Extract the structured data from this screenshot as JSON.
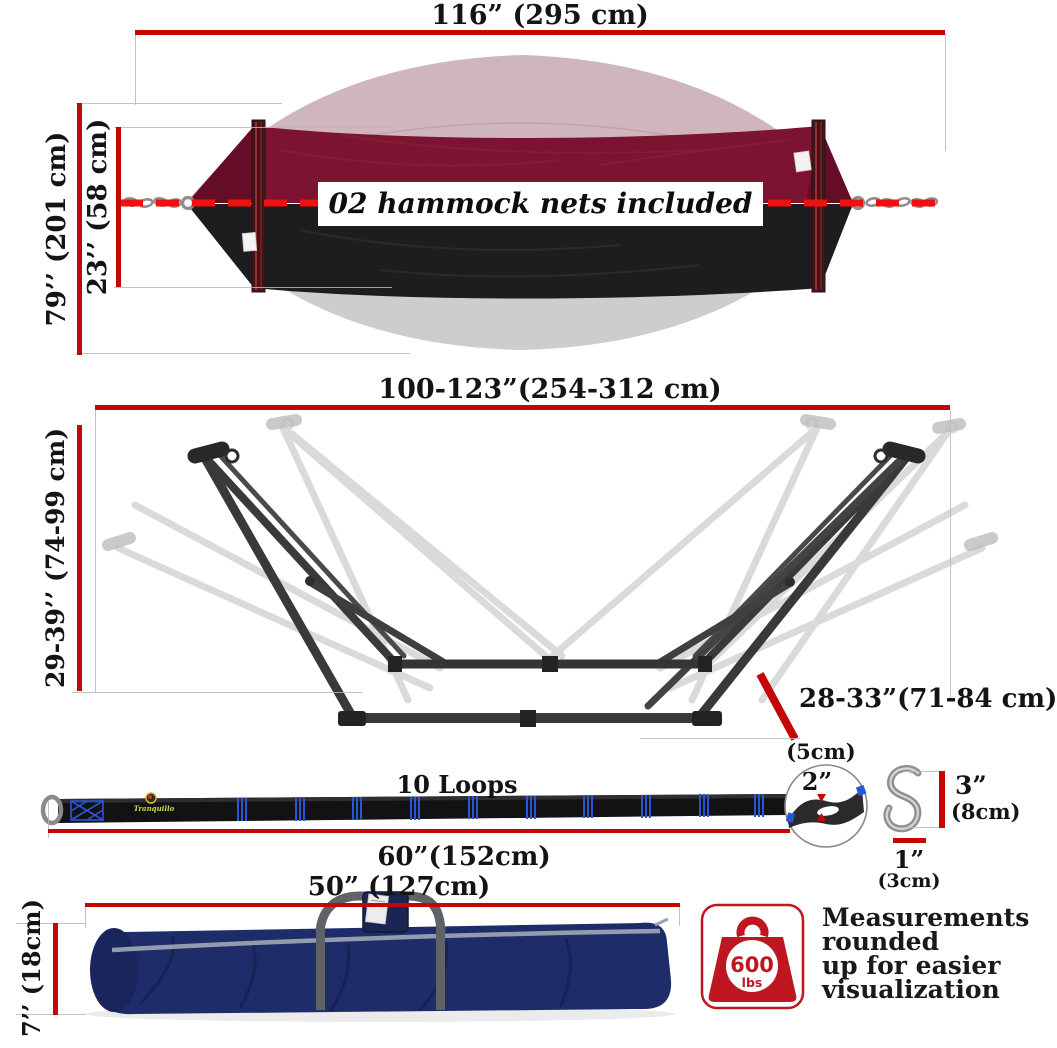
{
  "hammock": {
    "width_label": "116” (295 cm)",
    "height_label": "79’’ (201 cm)",
    "bed_height_label": "23’’ (58 cm)",
    "nets_note": "02 hammock nets included"
  },
  "stand": {
    "width_label": "100-123”(254-312 cm)",
    "height_label": "29-39’’ (74-99 cm)",
    "base_label": "28-33”(71-84 cm)"
  },
  "strap": {
    "loops_label": "10 Loops",
    "length_label": "60”(152cm)",
    "brand": "Tranquillo",
    "loop_width_in": "2”",
    "loop_width_cm": "(5cm)"
  },
  "hook": {
    "height_in": "3”",
    "height_cm": "(8cm)",
    "width_in": "1”",
    "width_cm": "(3cm)"
  },
  "bag": {
    "length_label": "50” (127cm)",
    "height_label": "7’’ (18cm)"
  },
  "badge": {
    "value": "600",
    "unit": "lbs",
    "note_lines": [
      "Measurements",
      "rounded",
      "up for easier",
      "visualization"
    ]
  },
  "colors": {
    "dimension_red": "#c40606",
    "dashed_red": "#ee1111",
    "hammock_maroon": "#7c1330",
    "hammock_black": "#1d1d1f",
    "stand_dark": "#3a3a3c",
    "bag_navy": "#1e2c6a",
    "badge_red": "#bf1722",
    "strap_blue": "#2a55d6"
  }
}
